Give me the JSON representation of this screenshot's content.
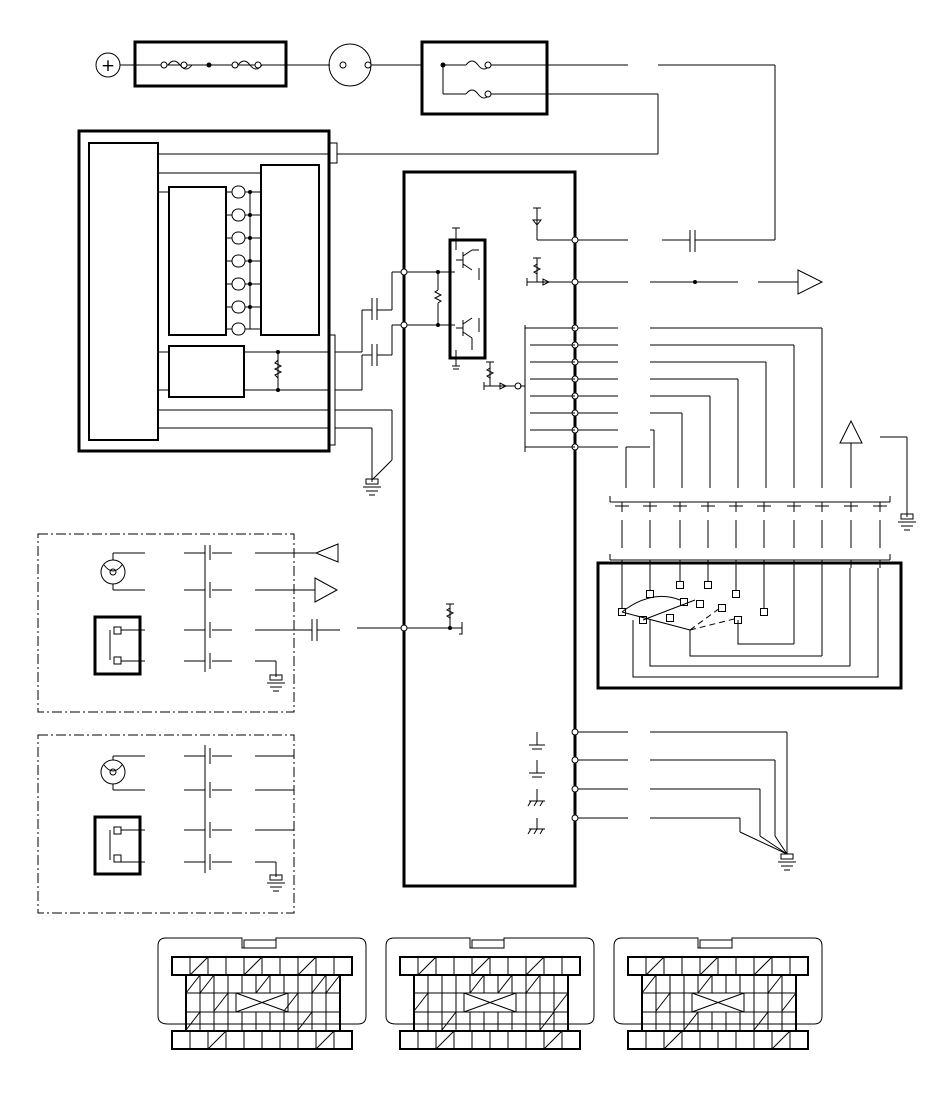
{
  "diagram": {
    "kind": "wiring-schematic",
    "colors": {
      "line": "#000000",
      "background": "#ffffff"
    },
    "battery_symbol": "+",
    "ecu_signal_wires": 8,
    "lamp_connector_wires": 10,
    "ground_wires": 4,
    "connector_count": 3
  }
}
